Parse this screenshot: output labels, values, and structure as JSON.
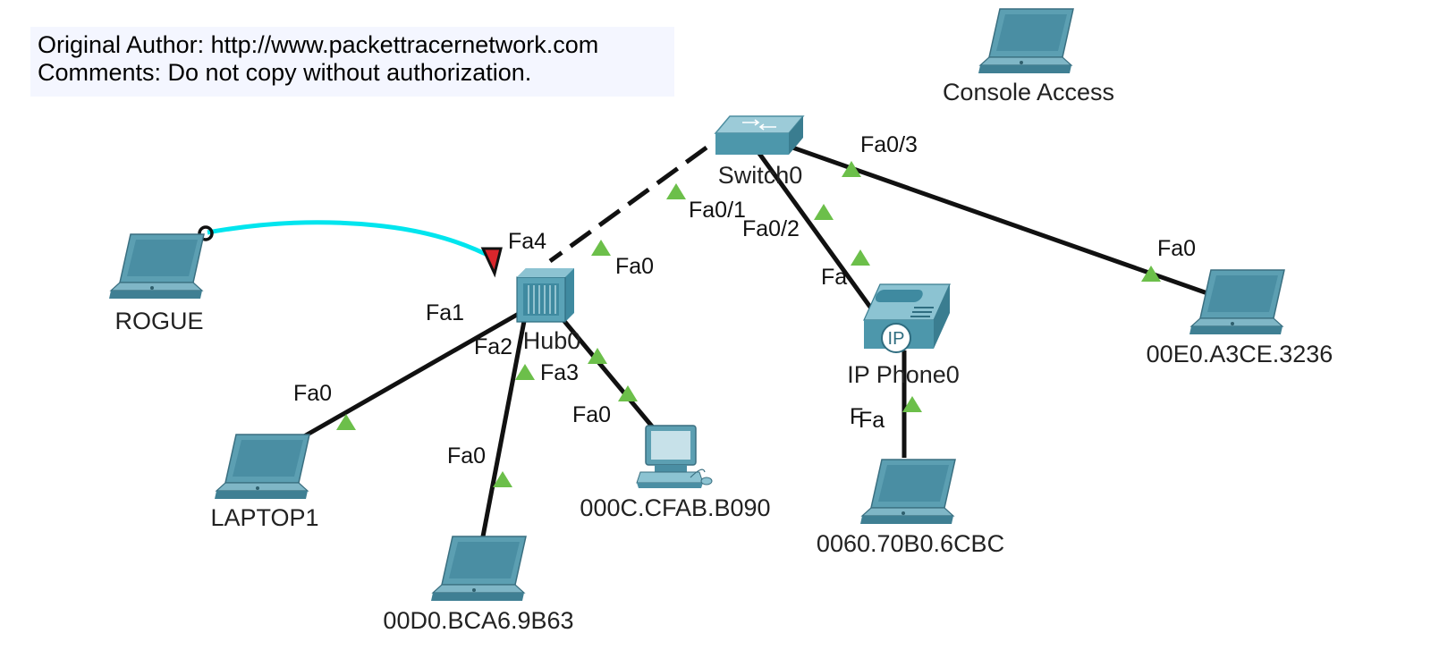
{
  "note": {
    "author": "Original Author: http://www.packettracernetwork.com",
    "comments": "Comments: Do not copy without authorization."
  },
  "devices": {
    "console_pc": {
      "label": "Console Access",
      "icon": "laptop-icon"
    },
    "switch0": {
      "label": "Switch0",
      "icon": "switch-icon"
    },
    "hub0": {
      "label": "Hub0",
      "icon": "hub-icon"
    },
    "rogue": {
      "label": "ROGUE",
      "icon": "laptop-icon"
    },
    "laptop1": {
      "label": "LAPTOP1",
      "icon": "laptop-icon"
    },
    "laptop_b63": {
      "label": "00D0.BCA6.9B63",
      "icon": "laptop-icon"
    },
    "pc_b090": {
      "label": "000C.CFAB.B090",
      "icon": "desktop-pc-icon"
    },
    "ip_phone0": {
      "label": "IP Phone0",
      "icon": "ip-phone-icon"
    },
    "laptop_6cbc": {
      "label": "0060.70B0.6CBC",
      "icon": "laptop-icon"
    },
    "laptop_3236": {
      "label": "00E0.A3CE.3236",
      "icon": "laptop-icon"
    }
  },
  "ports": {
    "sw_fa01": "Fa0/1",
    "sw_fa02": "Fa0/2",
    "sw_fa03": "Fa0/3",
    "hub_fa0": "Fa0",
    "hub_fa1": "Fa1",
    "hub_fa2": "Fa2",
    "hub_fa3": "Fa3",
    "hub_fa4": "Fa4",
    "laptop1_fa0": "Fa0",
    "laptop_b63_fa0": "Fa0",
    "pc_b090_fa0": "Fa0",
    "phone_fa": "Fa",
    "phone_pc_fa": "Fa",
    "phone_pc_f": "F",
    "laptop_3236_fa0": "Fa0"
  },
  "links": {
    "console_cable_color": "#00e5ee",
    "copper_color": "#000000",
    "link_up_color": "#6cbf4a",
    "link_down_color": "#d9262c"
  }
}
